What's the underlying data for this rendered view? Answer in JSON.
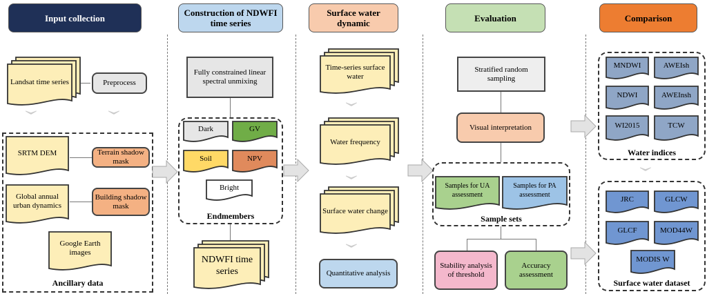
{
  "headers": [
    "Input collection",
    "Construction of NDWFI time series",
    "Surface water dynamic",
    "Evaluation",
    "Comparison"
  ],
  "input": {
    "landsat": "Landsat time series",
    "preprocess": "Preprocess",
    "srtm": "SRTM DEM",
    "terrain": "Terrain shadow mask",
    "global": "Global annual urban dynamics",
    "building": "Building shadow mask",
    "google": "Google Earth images",
    "ancillary": "Ancillary data"
  },
  "ndwfi": {
    "unmixing": "Fully constrained linear spectral unmixing",
    "dark": "Dark",
    "gv": "GV",
    "soil": "Soil",
    "npv": "NPV",
    "bright": "Bright",
    "endmembers": "Endmembers",
    "series": "NDWFI time series"
  },
  "dynamic": {
    "ts": "Time-series surface water",
    "freq": "Water frequency",
    "change": "Surface water change",
    "quant": "Quantitative analysis"
  },
  "eval": {
    "strat": "Stratified random sampling",
    "visual": "Visual interpretation",
    "ua": "Samples for UA assessment",
    "pa": "Samples for PA assessment",
    "sets": "Sample sets",
    "stability": "Stability analysis of threshold",
    "accuracy": "Accuracy assessment"
  },
  "compare": {
    "indices": [
      "MNDWI",
      "AWEIsh",
      "NDWI",
      "AWEInsh",
      "WI2015",
      "TCW"
    ],
    "indices_label": "Water indices",
    "datasets": [
      "JRC",
      "GLCW",
      "GLCF",
      "MOD44W",
      "MODIS W"
    ],
    "datasets_label": "Surface water dataset"
  },
  "colors": {
    "navy": "#1f3057",
    "lightblue": "#bdd7ee",
    "peach": "#f8cbad",
    "lightgreen": "#c5e0b4",
    "orange": "#ed7d31",
    "cream": "#fdeeb8",
    "grey": "#e6e6e6",
    "salmon": "#f4b183",
    "green": "#a9d18e",
    "blue": "#9dc3e6",
    "pink": "#f4b8cc",
    "slate": "#8fa6c6",
    "dsblue": "#7096d1"
  }
}
